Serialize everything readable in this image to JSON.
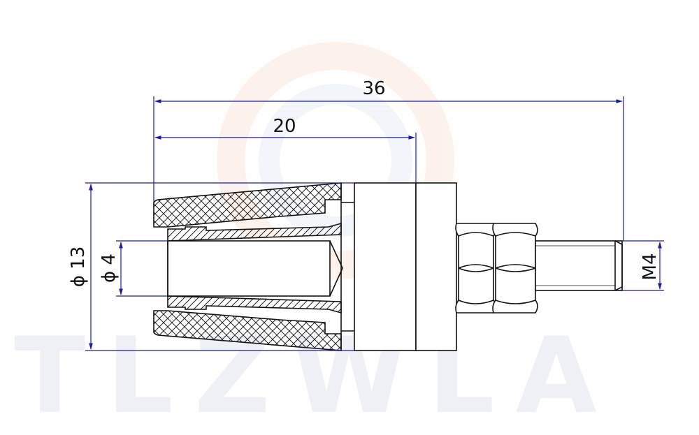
{
  "drawing": {
    "dimensions": {
      "overall_length": "36",
      "cap_length": "20",
      "outer_diameter": "ϕ 13",
      "inner_diameter": "ϕ 4",
      "thread_size": "M4"
    },
    "watermark_text": "TLZWLA",
    "colors": {
      "outline": "#111111",
      "dimension_line": "#1a1aa6",
      "watermark": "#eef0f6",
      "hatch": "#222222"
    }
  }
}
